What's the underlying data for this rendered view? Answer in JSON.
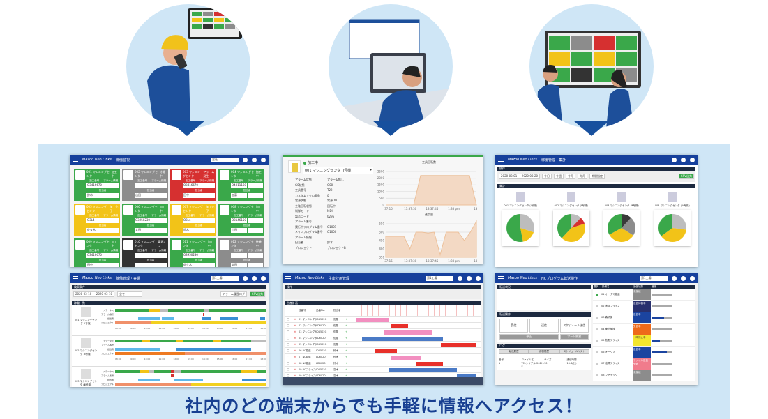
{
  "caption": "社内のどの端末からでも手軽に情報へアクセス！",
  "colors": {
    "accent": "#17509e",
    "panel": "#cfe6f6",
    "header": "#16409c",
    "green": "#3aa84a",
    "yellow": "#f2c318",
    "red": "#d63030",
    "gray": "#8c8c8c",
    "black": "#333333"
  },
  "devices": [
    {
      "icon": "tablet-user-icon"
    },
    {
      "icon": "desktop-user-icon"
    },
    {
      "icon": "wall-monitor-users-icon"
    }
  ],
  "app": {
    "brand": "Mazoo Neo Links"
  },
  "s1": {
    "title": "稼働監視",
    "select": "全社",
    "cards": [
      {
        "color": "#3aa84a",
        "name": "001 マシニングセンタ",
        "status": "加工中",
        "prog": "O3416670",
        "person": "鈴木"
      },
      {
        "color": "#8c8c8c",
        "name": "002 マシニングセンタ",
        "status": "待機中",
        "prog": "",
        "person": "山田"
      },
      {
        "color": "#d63030",
        "name": "003 マシニングセンタ",
        "status": "アラーム発生",
        "prog": "O3416670",
        "person": "田中"
      },
      {
        "color": "#3aa84a",
        "name": "004 マシニングセンタ",
        "status": "加工中",
        "prog": "O4011160",
        "person": "加藤"
      },
      {
        "color": "#f2c318",
        "name": "005 マシニングセンタ",
        "status": "加工完了",
        "prog": "O3L4",
        "person": "佐々木"
      },
      {
        "color": "#3aa84a",
        "name": "006 マシニングセンタ",
        "status": "加工中",
        "prog": "O3950230",
        "person": "太田"
      },
      {
        "color": "#f2c318",
        "name": "007 マシニングセンタ",
        "status": "加工完了",
        "prog": "O3L4",
        "person": "鈴木"
      },
      {
        "color": "#3aa84a",
        "name": "008 マシニングセンタ",
        "status": "加工中",
        "prog": "O3146150",
        "person": "山田"
      },
      {
        "color": "#3aa84a",
        "name": "009 マシニングセンタ",
        "status": "加工中",
        "prog": "O3416670",
        "person": "田中"
      },
      {
        "color": "#333333",
        "name": "010 マシニングセンタ",
        "status": "電源オフ",
        "prog": "",
        "person": ""
      },
      {
        "color": "#3aa84a",
        "name": "011 マシニングセンタ",
        "status": "加工中",
        "prog": "O3950230",
        "person": "佐々木"
      },
      {
        "color": "#8c8c8c",
        "name": "012 マシニングセンタ",
        "status": "待機中",
        "prog": "",
        "person": "太田"
      }
    ],
    "labels": {
      "prog": "加工番号",
      "alarm": "アラーム情報",
      "person": "担当者"
    }
  },
  "s2": {
    "status": "加工中",
    "machine_select": "001 マシニングセンタ (Ⅰ号機)",
    "fields": [
      [
        "アラーム状態",
        "アラーム無し"
      ],
      [
        "G0状態",
        "G00"
      ],
      [
        "工具番号",
        "T22"
      ],
      [
        "カスタムマクロ変数",
        "0"
      ],
      [
        "電源状態",
        "電源ON"
      ],
      [
        "主軸回転状態",
        "回転中"
      ],
      [
        "制御モード",
        "MDI"
      ],
      [
        "製品コード",
        "0295"
      ],
      [
        "アラーム番号",
        ""
      ],
      [
        "実行中プログラム番号",
        "O1001"
      ],
      [
        "メインプログラム番号",
        "O1000"
      ],
      [
        "アラーム情報",
        ""
      ],
      [
        "担当者",
        "鈴木"
      ],
      [
        "プロジェクト",
        "プロジェクトB"
      ]
    ],
    "charts": [
      {
        "title": "工具回転数",
        "ylim": [
          0,
          2500
        ],
        "yticks": [
          "2500",
          "2000",
          "1500",
          "1000",
          "500",
          "0"
        ],
        "xticks": [
          "37:15",
          "13:37:30",
          "13:37:45",
          "1:38 pm",
          "13"
        ],
        "values": [
          0,
          0,
          0,
          0,
          0,
          2200,
          2200,
          2200,
          2200,
          2200,
          2200,
          2200,
          2200,
          0
        ]
      },
      {
        "title": "送り量",
        "ylim": [
          350,
          550
        ],
        "yticks": [
          "550",
          "500",
          "450",
          "400",
          "350"
        ],
        "xticks": [
          "37:15",
          "13:37:30",
          "13:37:45",
          "1:38 pm",
          "13"
        ],
        "values": [
          475,
          475,
          475,
          475,
          400,
          500,
          500,
          495,
          500,
          365,
          500,
          500,
          500,
          450,
          500,
          565
        ]
      }
    ]
  },
  "s3": {
    "title": "稼働管理・集計",
    "sec1": "操作",
    "sec2": "集計",
    "date_range": "2020-03-01 〜 2020-03-20",
    "csv": "CSV出力",
    "buttons": [
      "今日",
      "今週",
      "今月",
      "先月",
      "期間指定"
    ],
    "pies": [
      {
        "label": "001 マシニングセンタ (Ⅰ号機)",
        "slices": [
          {
            "v": 30,
            "c": "#bdbdbd"
          },
          {
            "v": 17,
            "c": "#f2c318"
          },
          {
            "v": 53,
            "c": "#3aa84a"
          }
        ]
      },
      {
        "label": "002 マシニングセンタ (Ⅱ号機)",
        "slices": [
          {
            "v": 12,
            "c": "#bdbdbd"
          },
          {
            "v": 8,
            "c": "#d63030"
          },
          {
            "v": 42,
            "c": "#f2c318"
          },
          {
            "v": 38,
            "c": "#3aa84a"
          }
        ]
      },
      {
        "label": "003 マシニングセンタ (Ⅲ号機)",
        "slices": [
          {
            "v": 12,
            "c": "#3a3a3a"
          },
          {
            "v": 22,
            "c": "#8c8c8c"
          },
          {
            "v": 33,
            "c": "#f2c318"
          },
          {
            "v": 33,
            "c": "#3aa84a"
          }
        ]
      },
      {
        "label": "004 マシニングセンタ (Ⅳ号機)",
        "slices": [
          {
            "v": 27,
            "c": "#bdbdbd"
          },
          {
            "v": 38,
            "c": "#f2c318"
          },
          {
            "v": 35,
            "c": "#3aa84a"
          }
        ]
      }
    ]
  },
  "s4": {
    "title": "稼働管理・実績",
    "select": "第1工場",
    "sec1": "検索条件",
    "sec2": "稼働一覧",
    "period": "2020-03-10 〜 2020-03-10",
    "equip": "全て",
    "alarm_btn": "アラーム履歴ログ",
    "csv": "CSV出力",
    "row_labels": [
      "ステータス",
      "アラーム番号",
      "担当者",
      "プロジェクト"
    ],
    "xticks": [
      "08:00",
      "09:00",
      "10:00",
      "11:00",
      "12:00",
      "13:00",
      "14:00",
      "15:00",
      "16:00",
      "17:00",
      "18:00"
    ],
    "machines": [
      {
        "name": "001 マシニングセンタ (Ⅰ号機)",
        "rows": [
          [
            [
              8,
              10.2,
              "#3aa84a"
            ],
            [
              10.2,
              11,
              "#f2c318"
            ],
            [
              11,
              11.5,
              "#bdbdbd"
            ],
            [
              11.5,
              13.9,
              "#3aa84a"
            ],
            [
              13.9,
              14.2,
              "#bdbdbd"
            ],
            [
              14.2,
              18,
              "#3aa84a"
            ]
          ],
          [
            [
              13.8,
              13.9,
              "#d63030"
            ]
          ],
          [
            [
              9.5,
              11,
              "#5fb8ea"
            ],
            [
              11.1,
              11.9,
              "#5fb8ea"
            ],
            [
              13.7,
              14.3,
              "#3a8fd6"
            ],
            [
              14.9,
              16.1,
              "#3a8fd6"
            ],
            [
              17.6,
              17.9,
              "#3a8fd6"
            ]
          ],
          [
            [
              8,
              10.4,
              "#f0906a"
            ],
            [
              10.4,
              18,
              "#f2d020"
            ]
          ]
        ]
      },
      {
        "name": "002 マシニングセンタ (Ⅱ号機)",
        "rows": [
          [
            [
              8,
              9.8,
              "#3aa84a"
            ],
            [
              9.8,
              10.3,
              "#f2c318"
            ],
            [
              10.3,
              12,
              "#3aa84a"
            ],
            [
              12,
              12.5,
              "#f2c318"
            ],
            [
              12.5,
              14.5,
              "#3aa84a"
            ],
            [
              14.5,
              15,
              "#f2c318"
            ],
            [
              15,
              17,
              "#3aa84a"
            ],
            [
              17,
              18,
              "#bdbdbd"
            ]
          ],
          [],
          [
            [
              8,
              11,
              "#5fb8ea"
            ],
            [
              12,
              17,
              "#3a8fd6"
            ]
          ],
          [
            [
              8,
              12.6,
              "#ee7a22"
            ],
            [
              12.6,
              18,
              "#f0906a"
            ]
          ]
        ]
      },
      {
        "name": "003 マシニングセンタ (Ⅲ号機)",
        "rows": [
          [
            [
              8,
              9.6,
              "#3aa84a"
            ],
            [
              9.6,
              10.2,
              "#f2c318"
            ],
            [
              10.2,
              10.6,
              "#bdbdbd"
            ],
            [
              10.6,
              11.7,
              "#3aa84a"
            ],
            [
              11.7,
              11.9,
              "#d63030"
            ],
            [
              11.9,
              12.4,
              "#bdbdbd"
            ],
            [
              12.4,
              14.3,
              "#3aa84a"
            ],
            [
              14.3,
              16.3,
              "#3aa84a"
            ],
            [
              16.3,
              17.4,
              "#f2c318"
            ],
            [
              17.4,
              18,
              "#3aa84a"
            ]
          ],
          [
            [
              11.7,
              11.9,
              "#d63030"
            ]
          ],
          [
            [
              9.5,
              11,
              "#5fb8ea"
            ],
            [
              11.9,
              13.8,
              "#5fb8ea"
            ],
            [
              16.4,
              18,
              "#3a8fd6"
            ]
          ],
          [
            [
              8,
              13,
              "#f0906a"
            ],
            [
              13,
              18,
              "#f2d020"
            ]
          ]
        ]
      }
    ]
  },
  "s5": {
    "title": "生産計画管理",
    "select": "第1工場",
    "sec1": "操作",
    "sec2": "生産計画",
    "headers": [
      "注番号",
      "品番No.",
      "担当者"
    ],
    "rows": [
      {
        "name": "01 マシニングセ..",
        "part": "ID4502G",
        "person": "佐藤",
        "bar": [
          1,
          7,
          "#f28fc0"
        ]
      },
      {
        "name": "02 マシニングセ..",
        "part": "LD6020",
        "person": "佐藤",
        "bar": [
          7.5,
          10.5,
          "#e8302a"
        ]
      },
      {
        "name": "03 マシニングセ..",
        "part": "ID4502G",
        "person": "佐藤",
        "bar": [
          6,
          15,
          "#f28fc0"
        ]
      },
      {
        "name": "04 マシニングセ..",
        "part": "LD6020",
        "person": "佐藤",
        "bar": [
          2,
          17,
          "#4a7ac6"
        ]
      },
      {
        "name": "05 マシニングセ..",
        "part": "ID4502G",
        "person": "佐藤",
        "bar": [
          16.5,
          23,
          "#e8302a"
        ]
      },
      {
        "name": "06 NC旋盤",
        "part": "ID4502G",
        "person": "鈴木",
        "bar": [
          4.5,
          8.5,
          "#e8302a"
        ]
      },
      {
        "name": "07 NC旋盤",
        "part": "LD6020",
        "person": "鈴木",
        "bar": [
          7.5,
          13,
          "#f28fc0"
        ]
      },
      {
        "name": "08 NC旋盤",
        "part": "LD6020",
        "person": "鈴木",
        "bar": [
          12,
          17,
          "#e8302a"
        ]
      },
      {
        "name": "09 NCフライス盤",
        "part": "ID4502G",
        "person": "高木",
        "bar": [
          7,
          19.5,
          "#4a7ac6"
        ]
      },
      {
        "name": "10 NCフライス盤",
        "part": "LD6020",
        "person": "高木",
        "bar": [
          19.5,
          23,
          "#4a7ac6"
        ]
      }
    ]
  },
  "s6": {
    "title": "NCプログラム転送操作",
    "select": "第1工場",
    "sec_status": "転送状況",
    "sec_op": "転送操作",
    "sec_log": "ログ",
    "ops": [
      "受信",
      "送信",
      "スケジュール送信"
    ],
    "stop": "停止",
    "port": "ポート開放",
    "log_tabs": [
      "転送履歴",
      "応答履歴",
      "スケジュールリスト"
    ],
    "log_cols": [
      "番号",
      "ファイル名",
      "サイズ",
      "通信時間"
    ],
    "log_row": [
      "1",
      "TM-シリアル-20BH-E",
      "10",
      "15.8(分)"
    ],
    "headers": [
      "選択",
      "設備名",
      "通信状態",
      "進捗"
    ],
    "rows": [
      {
        "name": "01 オークマ旋盤",
        "status": "未接続",
        "color": "#8c8c8c",
        "progress": 0
      },
      {
        "name": "02 池貝フライス",
        "status": "送信待機中",
        "color": "#28306e",
        "progress": 0
      },
      {
        "name": "03 森精機",
        "status": "送信中",
        "color": "#1b44a0",
        "progress": 60
      },
      {
        "name": "04 東芝機械",
        "status": "受信中",
        "color": "#ee6a1a",
        "progress": 0
      },
      {
        "name": "05 牧野フライス",
        "status": "一時停止中",
        "color": "#f2e62e",
        "progress": 40
      },
      {
        "name": "06 オークマ",
        "status": "送信中",
        "color": "#1b44a0",
        "progress": 75
      },
      {
        "name": "07 池貝フライス",
        "status": "ファイル送信失敗",
        "color": "#f07c8c",
        "progress": 0
      },
      {
        "name": "08 ファナック",
        "status": "未接続",
        "color": "#8c8c8c",
        "progress": 0
      }
    ]
  }
}
